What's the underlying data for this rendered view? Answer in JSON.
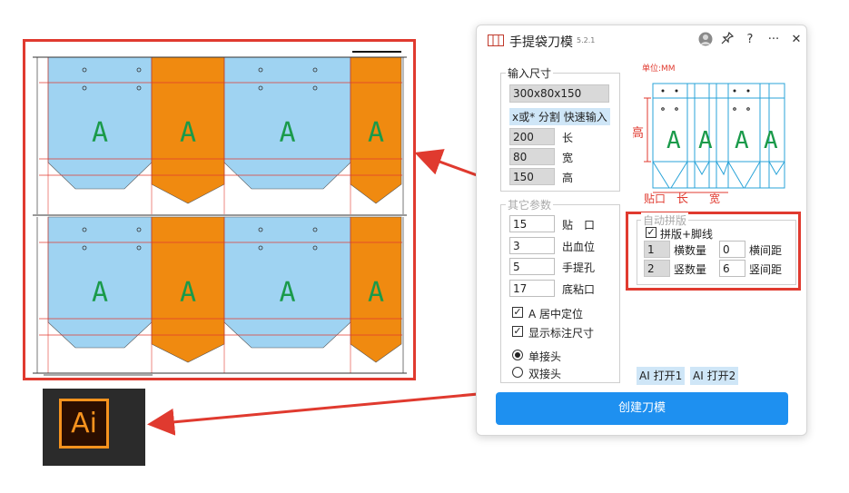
{
  "dialog": {
    "title": "手提袋刀模",
    "version": "5.2.1",
    "icons": [
      "avatar-icon",
      "pin-icon",
      "help-icon",
      "more-icon",
      "close-icon"
    ],
    "help_glyph": "?",
    "more_glyph": "···",
    "close_glyph": "✕"
  },
  "input_size": {
    "legend": "输入尺寸",
    "value": "300x80x150",
    "hint": "x或* 分割 快速输入",
    "fields": [
      {
        "value": "200",
        "label": "长"
      },
      {
        "value": "80",
        "label": "宽"
      },
      {
        "value": "150",
        "label": "高"
      }
    ]
  },
  "diagram": {
    "unit": "单位:MM",
    "letters": [
      "A",
      "A",
      "A",
      "A"
    ],
    "height_label": "高",
    "bottom_labels": [
      "贴口",
      "长",
      "宽"
    ]
  },
  "other_params": {
    "legend": "其它参数",
    "fields": [
      {
        "value": "15",
        "label": "贴　口"
      },
      {
        "value": "3",
        "label": "出血位"
      },
      {
        "value": "5",
        "label": "手提孔"
      },
      {
        "value": "17",
        "label": "底粘口"
      }
    ],
    "checkboxes": [
      {
        "label": "A 居中定位",
        "checked": true
      },
      {
        "label": "显示标注尺寸",
        "checked": true
      }
    ],
    "radios": [
      {
        "label": "单接头",
        "selected": true
      },
      {
        "label": "双接头",
        "selected": false
      }
    ]
  },
  "auto_layout": {
    "legend": "自动拼版",
    "checkbox": {
      "label": "拼版+脚线",
      "checked": true
    },
    "rows": [
      {
        "count": "1",
        "count_label": "横数量",
        "gap": "0",
        "gap_label": "横间距"
      },
      {
        "count": "2",
        "count_label": "竖数量",
        "gap": "6",
        "gap_label": "竖间距"
      }
    ]
  },
  "ai_buttons": [
    "AI 打开1",
    "AI 打开2"
  ],
  "create_button": "创建刀模",
  "preview": {
    "letter": "A",
    "panel_colors": {
      "light": "#9fd3f2",
      "orange": "#f08a10",
      "line": "#e03a2f",
      "letter": "#1a9a4a"
    }
  },
  "ai_logo": {
    "text": "Ai"
  },
  "colors": {
    "accent": "#1e90f0",
    "highlight_red": "#e03a2f"
  }
}
